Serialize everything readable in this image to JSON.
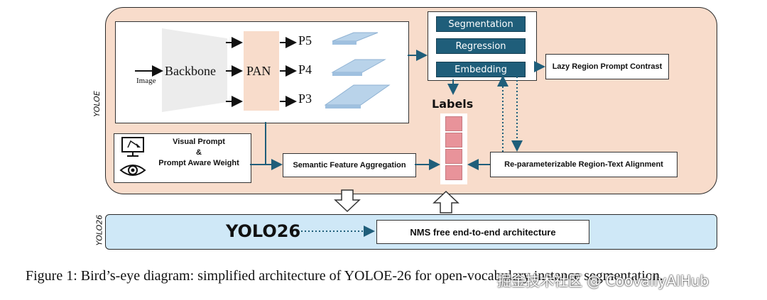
{
  "yoloe": {
    "side_label": "YOLOE",
    "image_label": "Image",
    "backbone_label": "Backbone",
    "pan_label": "PAN",
    "levels": [
      "P5",
      "P4",
      "P3"
    ],
    "heads": [
      "Segmentation",
      "Regression",
      "Embedding"
    ],
    "lazy_region": "Lazy Region Prompt Contrast",
    "labels_title": "Labels",
    "visual_prompt_lines": [
      "Visual Prompt",
      "&",
      "Prompt Aware Weight"
    ],
    "semantic_agg": "Semantic Feature Aggregation",
    "reparam": "Re-parameterizable Region-Text Alignment"
  },
  "yolo26": {
    "side_label": "YOLO26",
    "title": "YOLO26",
    "nms": "NMS free end-to-end architecture"
  },
  "caption": "Figure 1: Bird’s-eye diagram: simplified architecture of YOLOE-26 for open-vocabulary instance segmentation.",
  "watermark": "掘金技术社区 @ CoovallyAIHub",
  "colors": {
    "yoloe_bg": "#f8dccb",
    "yolo26_bg": "#cfe8f7",
    "head_button": "#1f5e7a",
    "label_cell": "#e8939a",
    "arrow": "#1f5e7a",
    "feature_plane": "#b9d3ea"
  },
  "icons": [
    "monitor-pointer-icon",
    "eye-icon"
  ]
}
